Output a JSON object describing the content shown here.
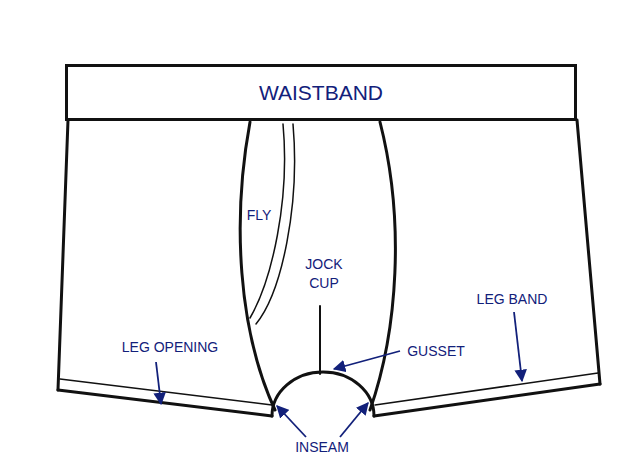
{
  "diagram": {
    "nodes": [
      {
        "text": [
          "WAISTBAND"
        ]
      }
    ],
    "labels": [
      "FLY",
      "JOCK CUP",
      "GUSSET",
      "LEG OPENING",
      "LEG BAND",
      "INSEAM"
    ]
  }
}
